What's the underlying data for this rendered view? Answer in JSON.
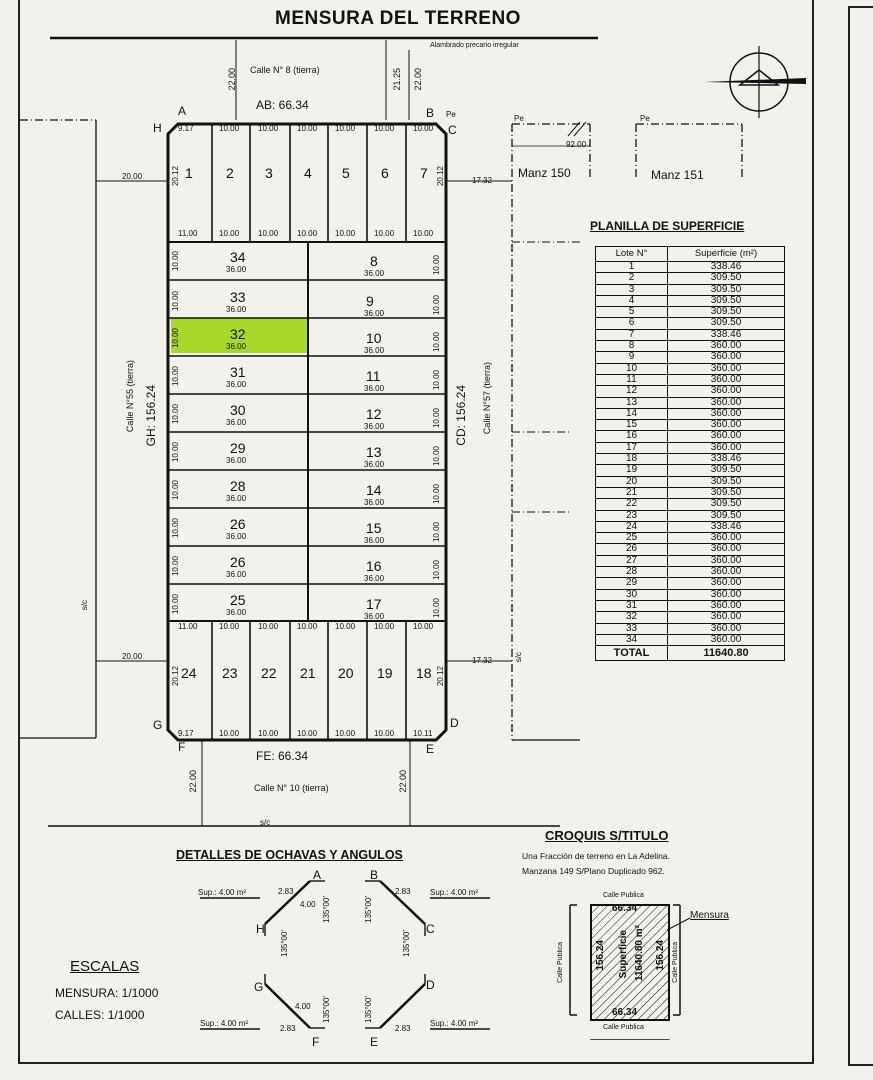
{
  "title": "MENSURA DEL TERRENO",
  "note_alambrado": "Alambrado precario irregular",
  "streets": {
    "north": "Calle N° 8 (tierra)",
    "south": "Calle N° 10 (tierra)",
    "west": "Calle N°55 (tierra)",
    "east": "Calle N°57 (tierra)"
  },
  "sides": {
    "ab": "AB: 66.34",
    "fe": "FE: 66.34",
    "gh": "GH: 156.24",
    "cd": "CD: 156.24"
  },
  "corners": {
    "a": "A",
    "b": "B",
    "c": "C",
    "d": "D",
    "e": "E",
    "f": "F",
    "g": "G",
    "h": "H"
  },
  "pe": "Pe",
  "manzanas": {
    "m150": "Manz 150",
    "m151": "Manz 151",
    "dist": "92.00"
  },
  "dims": {
    "d2000": "20.00",
    "d1732": "17.32",
    "d2200": "22.00",
    "d2125": "21.25",
    "d1000": "10.00",
    "d3600": "36.00",
    "d917": "9.17",
    "d1100": "11.00",
    "d1011": "10.11",
    "d2012": "20.12",
    "sc": "s/c"
  },
  "lots": {
    "top_row": [
      "1",
      "2",
      "3",
      "4",
      "5",
      "6",
      "7"
    ],
    "bottom_row": [
      "24",
      "23",
      "22",
      "21",
      "20",
      "19",
      "18"
    ],
    "left_col": [
      "34",
      "33",
      "32",
      "31",
      "30",
      "29",
      "28",
      "26",
      "26",
      "25"
    ],
    "right_col": [
      "8",
      "9",
      "10",
      "11",
      "12",
      "13",
      "14",
      "15",
      "16",
      "17"
    ],
    "highlighted": "32"
  },
  "table": {
    "title": "PLANILLA DE SUPERFICIE",
    "headers": [
      "Lote N°",
      "Superficie (m²)"
    ],
    "rows": [
      [
        "1",
        "338.46"
      ],
      [
        "2",
        "309.50"
      ],
      [
        "3",
        "309.50"
      ],
      [
        "4",
        "309.50"
      ],
      [
        "5",
        "309.50"
      ],
      [
        "6",
        "309.50"
      ],
      [
        "7",
        "338.46"
      ],
      [
        "8",
        "360.00"
      ],
      [
        "9",
        "360.00"
      ],
      [
        "10",
        "360.00"
      ],
      [
        "11",
        "360.00"
      ],
      [
        "12",
        "360.00"
      ],
      [
        "13",
        "360.00"
      ],
      [
        "14",
        "360.00"
      ],
      [
        "15",
        "360.00"
      ],
      [
        "16",
        "360.00"
      ],
      [
        "17",
        "360.00"
      ],
      [
        "18",
        "338.46"
      ],
      [
        "19",
        "309.50"
      ],
      [
        "20",
        "309.50"
      ],
      [
        "21",
        "309.50"
      ],
      [
        "22",
        "309.50"
      ],
      [
        "23",
        "309.50"
      ],
      [
        "24",
        "338.46"
      ],
      [
        "25",
        "360.00"
      ],
      [
        "26",
        "360.00"
      ],
      [
        "27",
        "360.00"
      ],
      [
        "28",
        "360.00"
      ],
      [
        "29",
        "360.00"
      ],
      [
        "30",
        "360.00"
      ],
      [
        "31",
        "360.00"
      ],
      [
        "32",
        "360.00"
      ],
      [
        "33",
        "360.00"
      ],
      [
        "34",
        "360.00"
      ]
    ],
    "total_label": "TOTAL",
    "total_value": "11640.80"
  },
  "details": {
    "title": "DETALLES DE OCHAVAS Y ANGULOS",
    "sup": "Sup.: 4.00 m²",
    "len_283": "2.83",
    "len_400": "4.00",
    "ang": "135°00'"
  },
  "croquis": {
    "title": "CROQUIS S/TITULO",
    "line1": "Una Fracción de terreno en La Adelina.",
    "line2": "Manzana 149 S/Plano Duplicado 962.",
    "calle_publica": "Calle Publica",
    "mensura": "Mensura",
    "top": "66.34",
    "bottom": "66.34",
    "left": "156.24",
    "right": "156.24",
    "superficie": "Superficie",
    "area": "11640.80 m²"
  },
  "escalas": {
    "title": "ESCALAS",
    "mensura": "MENSURA: 1/1000",
    "calles": "CALLES: 1/1000"
  },
  "colors": {
    "highlight": "#a6d92a",
    "line": "#111111",
    "paper": "#f2f1ec"
  }
}
